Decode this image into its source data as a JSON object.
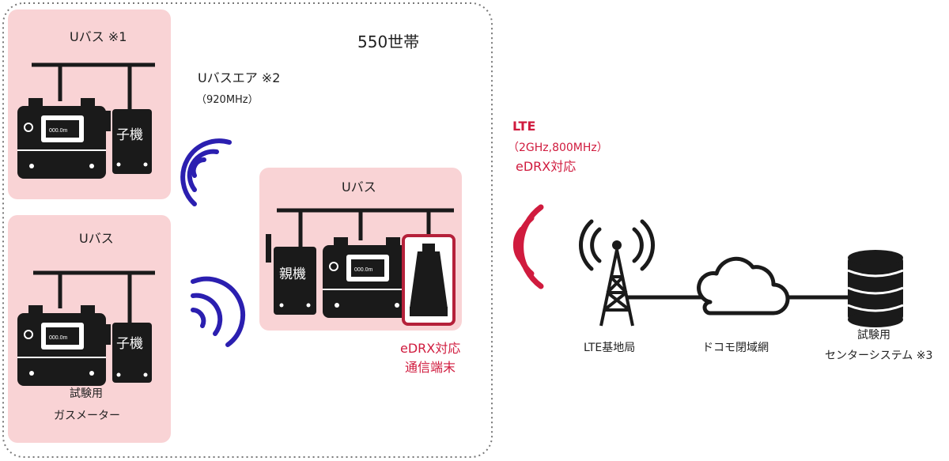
{
  "household": {
    "count_label": "550世帯"
  },
  "upath_box_1": {
    "title": "Uバス ※1",
    "slave_label": "子機"
  },
  "upath_box_2": {
    "title": "Uバス",
    "slave_label": "子機",
    "caption_line1": "試験用",
    "caption_line2": "ガスメーター"
  },
  "upath_air": {
    "label": "Uバスエア ※2",
    "freq": "（920MHz）"
  },
  "upath_box_3": {
    "title": "Uバス",
    "master_label": "親機",
    "terminal_label_line1": "eDRX対応",
    "terminal_label_line2": "通信端末"
  },
  "meter_display_text": "000.0m",
  "lte": {
    "label": "LTE",
    "freq": "（2GHz,800MHz）",
    "edrx": "eDRX対応"
  },
  "network": {
    "base_station": "LTE基地局",
    "closed_network": "ドコモ閉域網",
    "center_line1": "試験用",
    "center_line2": "センターシステム ※3"
  },
  "colors": {
    "box_fill": "#f9d3d5",
    "signal_blue": "#2b1fb0",
    "lte_red": "#d01b3e",
    "terminal_border": "#b5213a",
    "device_dark": "#1a1a1a"
  }
}
